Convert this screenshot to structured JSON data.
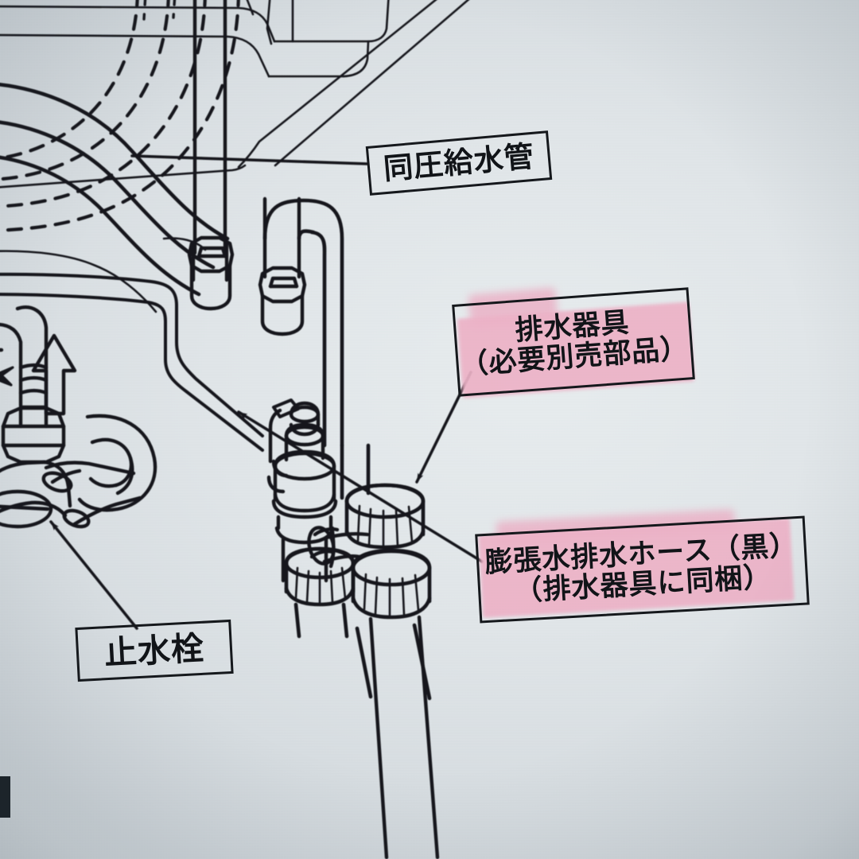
{
  "document": {
    "kind": "printed-instruction-manual-photo",
    "language": "ja",
    "subject": "under-sink water heater drain and supply piping diagram",
    "paper_color": "#dfe4e7",
    "ink_color": "#15181c",
    "highlighter_color": "#efb4c9"
  },
  "callouts": [
    {
      "id": "same-pressure-supply-pipe",
      "lines": [
        "同圧給水管"
      ],
      "highlighted": false,
      "points_to": "supply pipe at upper left"
    },
    {
      "id": "drain-fittings",
      "lines": [
        "排水器具",
        "（必要別売部品）"
      ],
      "highlighted": true,
      "points_to": "drain trap nut assembly"
    },
    {
      "id": "expansion-water-drain-hose",
      "lines": [
        "膨張水排水ホース（黒）",
        "（排水器具に同梱）"
      ],
      "highlighted": true,
      "points_to": "black hose entering the drain fitting"
    },
    {
      "id": "stop-valve",
      "lines": [
        "止水栓"
      ],
      "highlighted": false,
      "points_to": "angle stop valve at lower left"
    }
  ],
  "diagram_elements": [
    {
      "name": "dashed-hidden-arcs",
      "count": 4,
      "style": "dashed",
      "location": "top-left"
    },
    {
      "name": "solid-bowl-arcs",
      "count": 3,
      "style": "solid",
      "location": "left"
    },
    {
      "name": "counter-outline",
      "style": "thin-solid",
      "location": "top-right"
    },
    {
      "name": "hex-coupling-nut",
      "count": 2,
      "location": "upper-middle"
    },
    {
      "name": "u-bend-trap-pipe",
      "location": "middle"
    },
    {
      "name": "vertical-drain-pipes",
      "count": 2,
      "location": "middle"
    },
    {
      "name": "air-admittance-valve",
      "location": "center"
    },
    {
      "name": "knurled-union-nut",
      "count": 4,
      "location": "center-bottom"
    },
    {
      "name": "flexible-supply-hose",
      "location": "lower-left"
    },
    {
      "name": "angle-stop-valve-handle",
      "location": "lower-left"
    },
    {
      "name": "flow-direction-arrow-up",
      "location": "left"
    },
    {
      "name": "leader-arrow",
      "count": 4
    }
  ]
}
